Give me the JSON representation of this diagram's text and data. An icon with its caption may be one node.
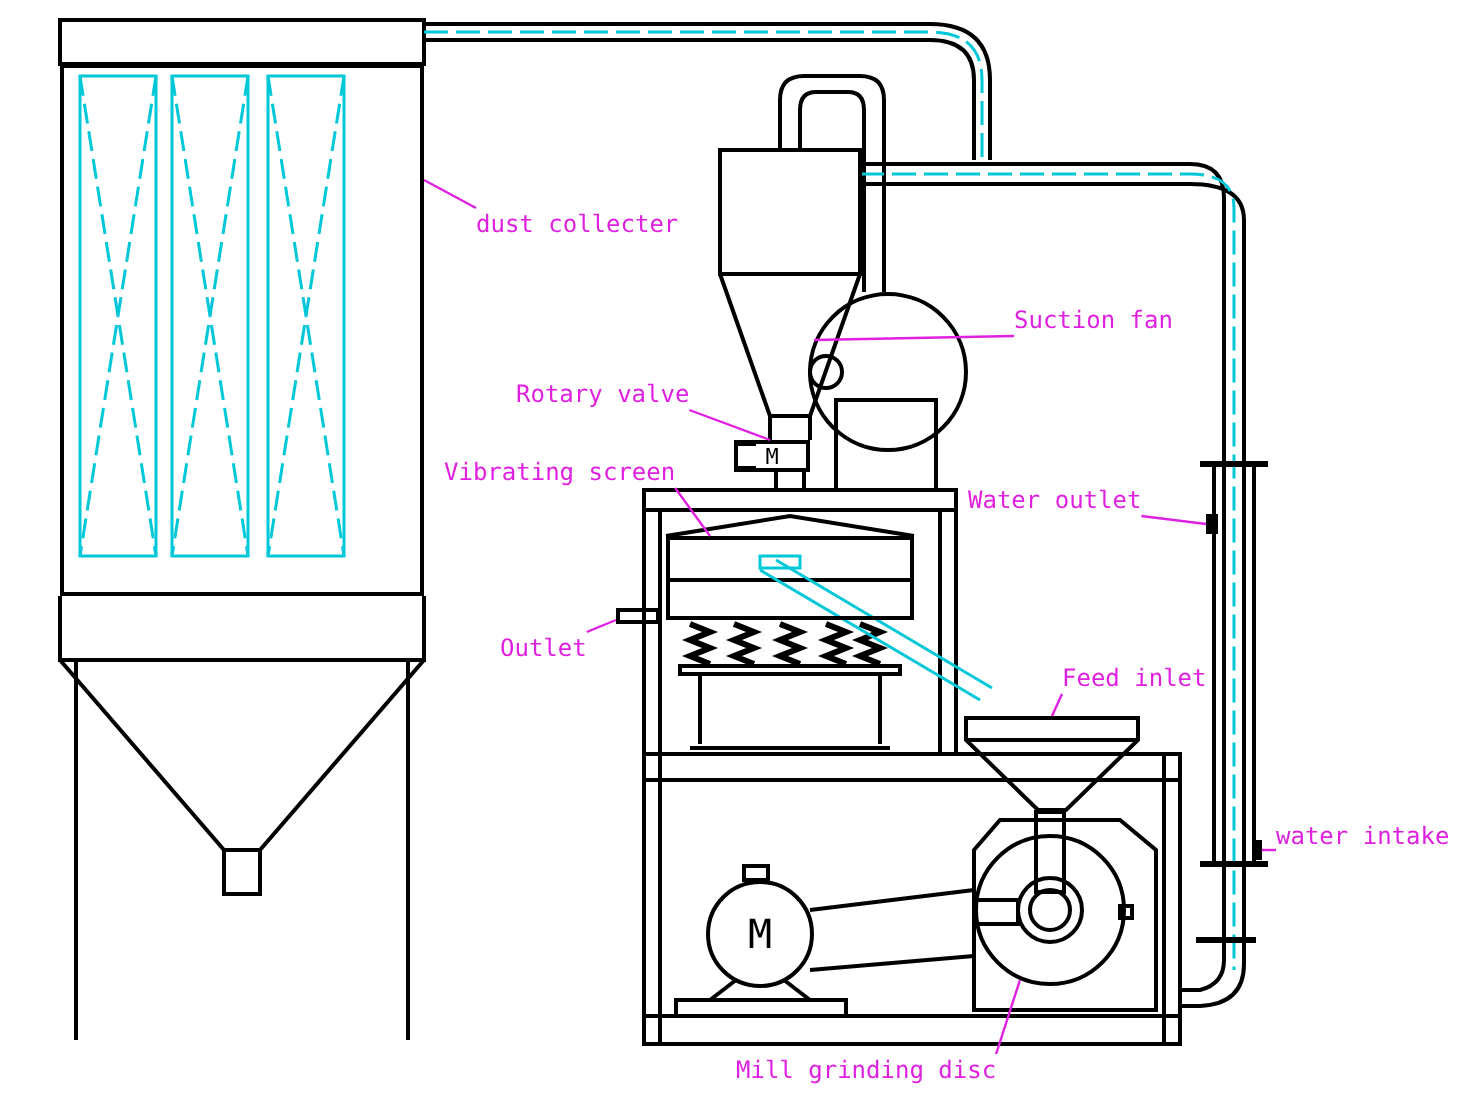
{
  "diagram": {
    "nodes": [
      {
        "text": [
          "dust collecter"
        ]
      },
      {
        "text": [],
        "shape": "box"
      },
      {
        "text": [
          "Suction fan"
        ]
      },
      {
        "text": [],
        "shape": "circle"
      },
      {
        "text": [
          "Rotary valve"
        ]
      },
      {
        "text": [
          "M"
        ]
      },
      {
        "text": [
          "Vibrating screen"
        ]
      },
      {
        "text": [],
        "shape": "box"
      },
      {
        "text": [
          "Water outlet"
        ]
      },
      {
        "text": [],
        "shape": "box"
      },
      {
        "text": [
          "Outlet"
        ]
      },
      {
        "text": [],
        "shape": "box"
      },
      {
        "text": [
          "Feed inlet"
        ]
      },
      {
        "text": [],
        "shape": "trapezoid"
      },
      {
        "text": [
          "water intake"
        ]
      },
      {
        "text": [],
        "shape": "box"
      },
      {
        "text": [
          "Mill grinding disc"
        ]
      },
      {
        "text": [],
        "shape": "circle"
      },
      {
        "text": [
          "M"
        ]
      }
    ],
    "edges": [
      {
        "from": 0,
        "to": 1,
        "arrow": "none"
      },
      {
        "from": 2,
        "to": 3,
        "arrow": "none"
      },
      {
        "from": 4,
        "to": 5,
        "arrow": "none"
      },
      {
        "from": 6,
        "to": 7,
        "arrow": "none"
      },
      {
        "from": 8,
        "to": 9,
        "arrow": "none"
      },
      {
        "from": 10,
        "to": 11,
        "arrow": "none"
      },
      {
        "from": 12,
        "to": 13,
        "arrow": "none"
      },
      {
        "from": 14,
        "to": 15,
        "arrow": "none"
      },
      {
        "from": 16,
        "to": 17,
        "arrow": "none"
      }
    ]
  }
}
